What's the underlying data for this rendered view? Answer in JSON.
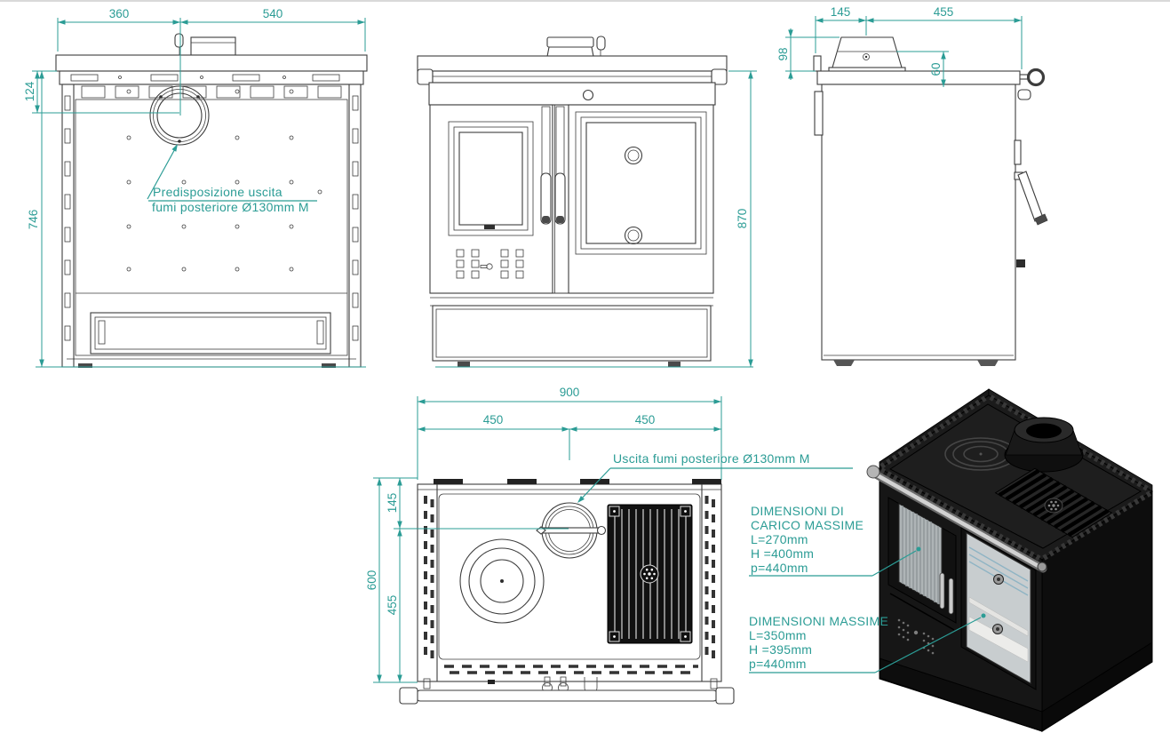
{
  "colors": {
    "accent": "#2b9c95",
    "line": "#3d3d3d",
    "render_body": "#141414",
    "background": "#ffffff"
  },
  "views": {
    "rear": {
      "dim_width_left": "360",
      "dim_width_right": "540",
      "dim_flue_drop": "124",
      "dim_body_height": "746",
      "note_line1": "Predisposizione uscita",
      "note_line2": "fumi posteriore Ø130mm M"
    },
    "front": {
      "dim_height": "870"
    },
    "side": {
      "dim_back_to_flue": "145",
      "dim_flue_to_front": "455",
      "dim_collar_height": "98",
      "dim_collar_offset": "60"
    },
    "top": {
      "dim_width_total": "900",
      "dim_width_left": "450",
      "dim_width_right": "450",
      "dim_depth_back": "145",
      "dim_depth_front": "455",
      "dim_depth_total": "600",
      "note": "Uscita fumi posteriore Ø130mm M"
    },
    "iso": {
      "load_note_line1": "DIMENSIONI DI",
      "load_note_line2": "CARICO MASSIME",
      "load_note_l": "L=270mm",
      "load_note_h": "H =400mm",
      "load_note_p": "p=440mm",
      "max_note_line1": "DIMENSIONI MASSIME",
      "max_note_l": "L=350mm",
      "max_note_h": "H =395mm",
      "max_note_p": "p=440mm"
    }
  }
}
